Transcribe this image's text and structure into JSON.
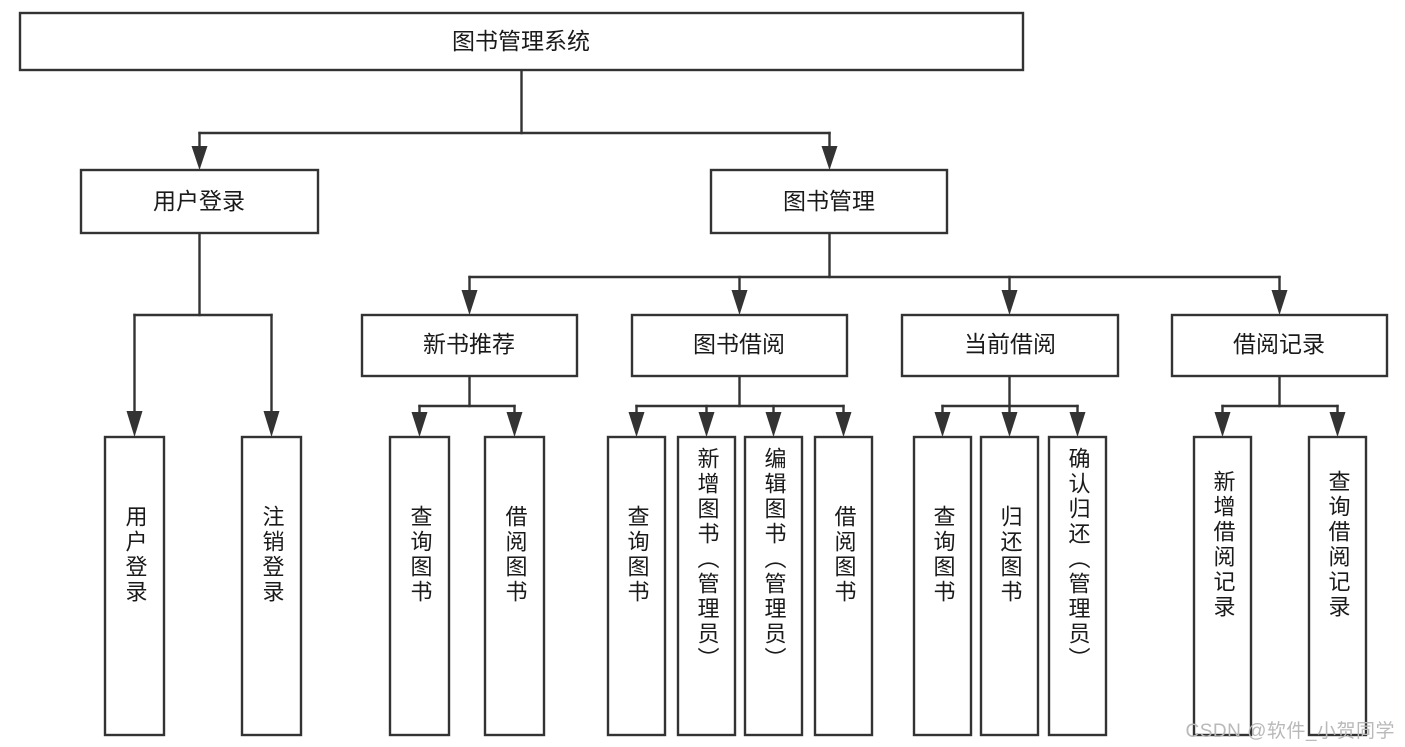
{
  "diagram": {
    "type": "tree",
    "title": "图书管理系统",
    "colors": {
      "stroke": "#333333",
      "fill": "#ffffff",
      "text": "#1a1a1a",
      "watermark": "#b9b9b9"
    },
    "root": {
      "label": "图书管理系统"
    },
    "level2": [
      {
        "label": "用户登录"
      },
      {
        "label": "图书管理"
      }
    ],
    "level3": [
      {
        "label": "新书推荐"
      },
      {
        "label": "图书借阅"
      },
      {
        "label": "当前借阅"
      },
      {
        "label": "借阅记录"
      }
    ],
    "leaves": {
      "user_login": [
        {
          "label": "用户登录"
        },
        {
          "label": "注销登录"
        }
      ],
      "new_book_recommend": [
        {
          "label": "查询图书"
        },
        {
          "label": "借阅图书"
        }
      ],
      "book_borrow": [
        {
          "label": "查询图书"
        },
        {
          "label": "新增图书（管理员）"
        },
        {
          "label": "编辑图书（管理员）"
        },
        {
          "label": "借阅图书"
        }
      ],
      "current_borrow": [
        {
          "label": "查询图书"
        },
        {
          "label": "归还图书"
        },
        {
          "label": "确认归还（管理员）"
        }
      ],
      "borrow_record": [
        {
          "label": "新增借阅记录"
        },
        {
          "label": "查询借阅记录"
        }
      ]
    },
    "watermark": "CSDN @软件_小贺同学"
  }
}
